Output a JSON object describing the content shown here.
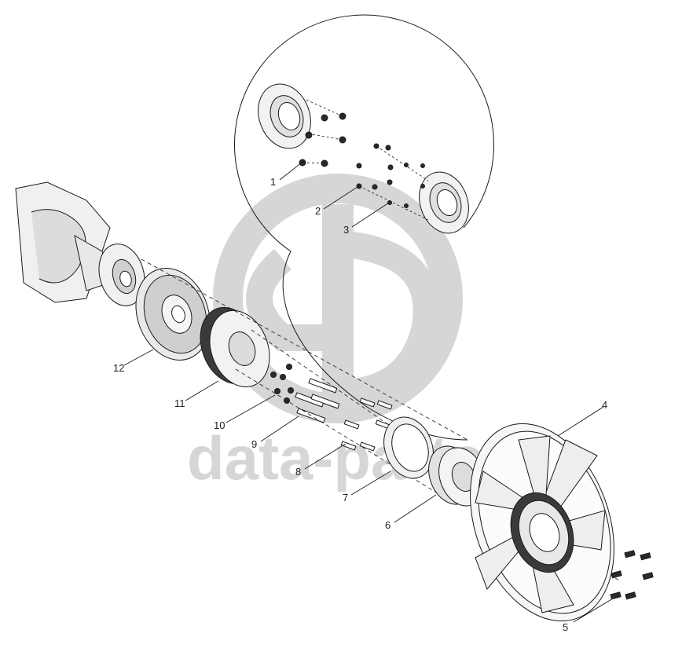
{
  "watermark": {
    "logo": "gd",
    "text": "data-parts",
    "color": "#d6d6d6"
  },
  "callouts": [
    {
      "id": "1",
      "label": "1"
    },
    {
      "id": "2",
      "label": "2"
    },
    {
      "id": "3",
      "label": "3"
    },
    {
      "id": "4",
      "label": "4"
    },
    {
      "id": "5",
      "label": "5"
    },
    {
      "id": "6",
      "label": "6"
    },
    {
      "id": "7",
      "label": "7"
    },
    {
      "id": "8",
      "label": "8"
    },
    {
      "id": "9",
      "label": "9"
    },
    {
      "id": "10",
      "label": "10"
    },
    {
      "id": "11",
      "label": "11"
    },
    {
      "id": "12",
      "label": "12"
    }
  ],
  "colors": {
    "line": "#1a1a1a",
    "part_fill": "#e6e6e6",
    "dark_fill": "#3a3a3a",
    "background": "#ffffff"
  }
}
